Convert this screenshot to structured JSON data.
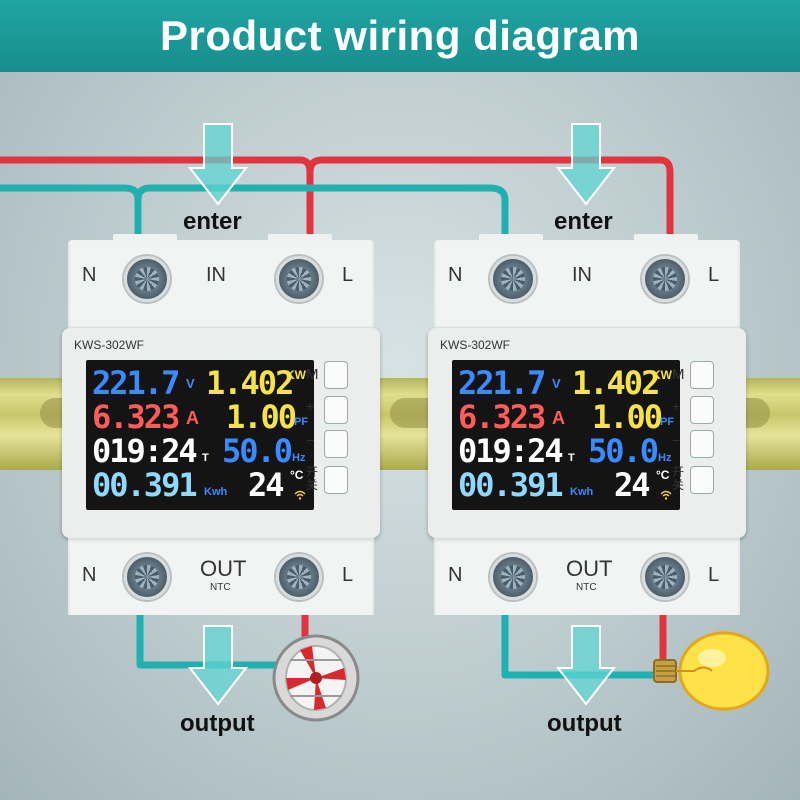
{
  "header": {
    "title": "Product wiring diagram"
  },
  "labels": {
    "enter": "enter",
    "output": "output"
  },
  "device": {
    "model": "KWS-302WF",
    "top_terminals": {
      "n": "N",
      "in": "IN",
      "l": "L"
    },
    "bottom_terminals": {
      "n": "N",
      "out": "OUT",
      "ntc": "NTC",
      "l": "L"
    },
    "display": {
      "voltage": "221.7",
      "voltage_unit": "V",
      "power": "1.402",
      "power_unit": "KW",
      "current": "6.323",
      "current_unit": "A",
      "pf": "1.00",
      "pf_unit": "PF",
      "time": "019:24",
      "time_unit": "T",
      "freq": "50.0",
      "freq_unit": "Hz",
      "energy": "00.391",
      "energy_unit": "Kwh",
      "temp": "24",
      "temp_unit": "°C"
    },
    "buttons": {
      "m": "M",
      "plus": "+",
      "minus": "−",
      "power": "开关"
    }
  },
  "colors": {
    "live_wire": "#e2343e",
    "neutral_wire": "#21b0b0",
    "arrow": "#5fd6d2",
    "lcd_blue": "#3a8bff",
    "lcd_yellow": "#f6e34a",
    "lcd_red": "#ff5b5b",
    "lcd_white": "#ffffff",
    "lcd_cyan": "#8fd9ff"
  },
  "icons": [
    "fan-icon",
    "lightbulb-icon",
    "wifi-icon",
    "screw-terminal-icon",
    "down-arrow-icon"
  ]
}
